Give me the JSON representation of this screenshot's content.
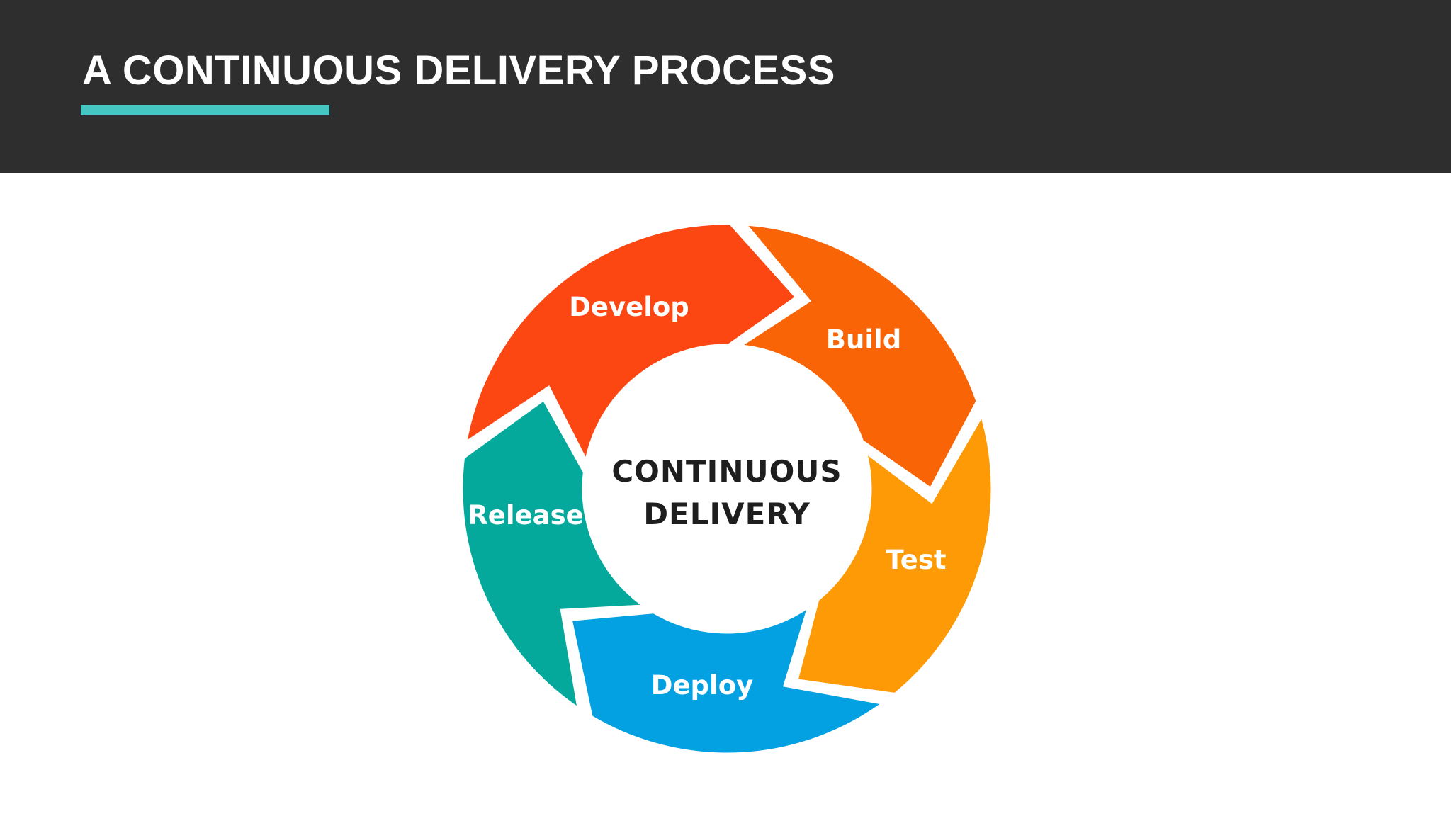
{
  "slide": {
    "title": "A CONTINUOUS DELIVERY PROCESS",
    "accent_color": "#45c6c3",
    "header_color": "#2e2e2e"
  },
  "diagram": {
    "center": {
      "line1": "CONTINUOUS",
      "line2": "DELIVERY"
    },
    "stages": [
      {
        "label": "Develop",
        "color": "#fc4712"
      },
      {
        "label": "Build",
        "color": "#f96406"
      },
      {
        "label": "Test",
        "color": "#fd9a05"
      },
      {
        "label": "Deploy",
        "color": "#03a0e2"
      },
      {
        "label": "Release",
        "color": "#04a99c"
      }
    ]
  }
}
